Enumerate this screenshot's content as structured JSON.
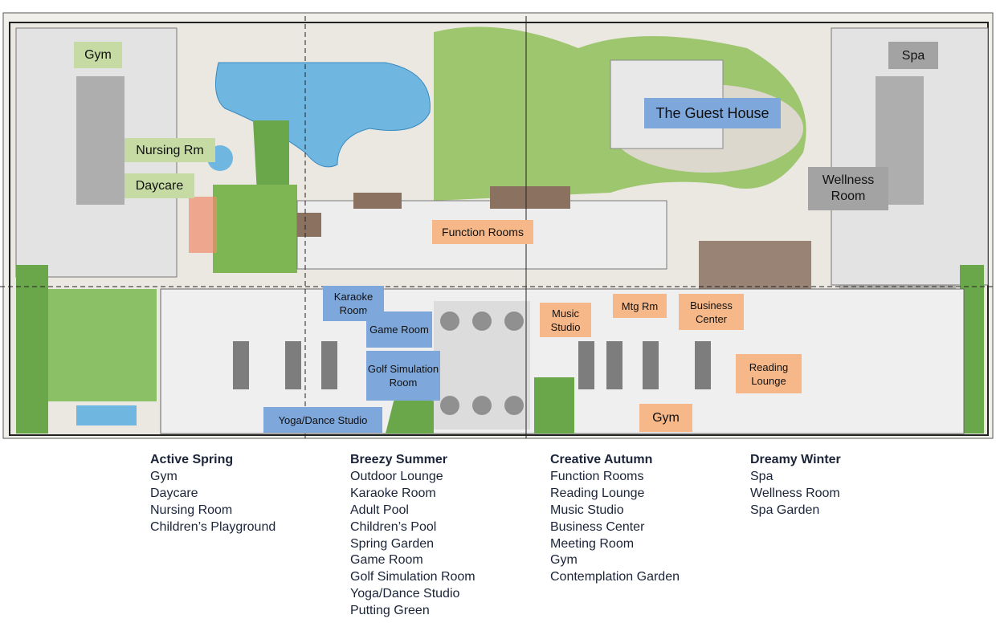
{
  "plan_labels": {
    "gym_west": "Gym",
    "nursing": "Nursing Rm",
    "daycare": "Daycare",
    "guest_house": "The Guest House",
    "spa": "Spa",
    "wellness": "Wellness Room",
    "function_rooms": "Function Rooms",
    "karaoke": "Karaoke Room",
    "game": "Game Room",
    "golf": "Golf Simulation Room",
    "yoga": "Yoga/Dance Studio",
    "music": "Music Studio",
    "mtg": "Mtg Rm",
    "business": "Business Center",
    "reading": "Reading Lounge",
    "gym_east": "Gym"
  },
  "label_colors": {
    "spring": "#c5dba3",
    "summer": "#7ea7db",
    "autumn": "#f6b888",
    "winter": "#a3a3a3"
  },
  "legend": [
    {
      "title": "Active Spring",
      "items": [
        "Gym",
        "Daycare",
        "Nursing Room",
        "Children’s Playground"
      ]
    },
    {
      "title": "Breezy Summer",
      "items": [
        "Outdoor Lounge",
        "Karaoke Room",
        "Adult Pool",
        "Children’s Pool",
        "Spring Garden",
        "Game Room",
        "Golf Simulation Room",
        "Yoga/Dance Studio",
        "Putting Green"
      ]
    },
    {
      "title": "Creative Autumn",
      "items": [
        "Function Rooms",
        "Reading Lounge",
        "Music Studio",
        "Business Center",
        "Meeting Room",
        "Gym",
        "Contemplation Garden"
      ]
    },
    {
      "title": "Dreamy Winter",
      "items": [
        "Spa",
        "Wellness Room",
        "Spa Garden"
      ]
    }
  ]
}
